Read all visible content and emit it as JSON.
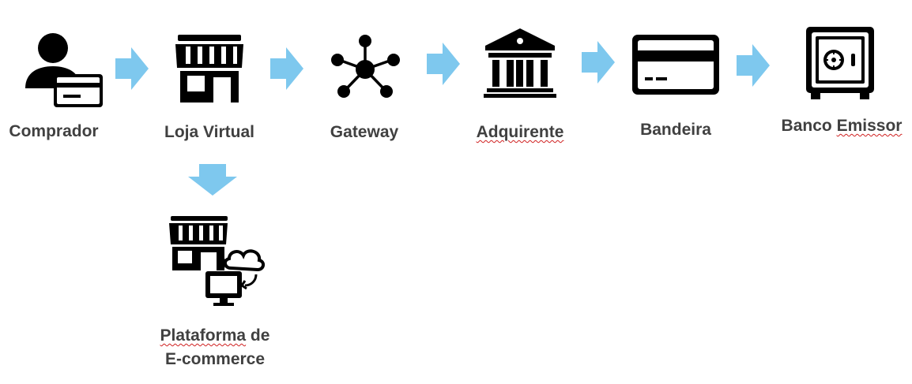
{
  "colors": {
    "arrow": "#7ec8ee",
    "icon": "#000000",
    "label": "#404040",
    "spellcheck": "#d02020"
  },
  "nodes": {
    "comprador": {
      "label": "Comprador",
      "icon": "person-with-card-icon"
    },
    "loja_virtual": {
      "label": "Loja Virtual",
      "icon": "storefront-icon"
    },
    "gateway": {
      "label": "Gateway",
      "icon": "network-hub-icon"
    },
    "adquirente": {
      "label": "Adquirente",
      "icon": "bank-building-icon"
    },
    "bandeira": {
      "label": "Bandeira",
      "icon": "credit-card-icon"
    },
    "banco_emissor": {
      "label_word1": "Banco ",
      "label_word2": "Emissor",
      "icon": "safe-vault-icon"
    },
    "plataforma": {
      "label_line1_word1": "Plataforma",
      "label_line1_word2": " de",
      "label_line2": "E-commerce",
      "icon": "storefront-cloud-computer-icon"
    }
  }
}
